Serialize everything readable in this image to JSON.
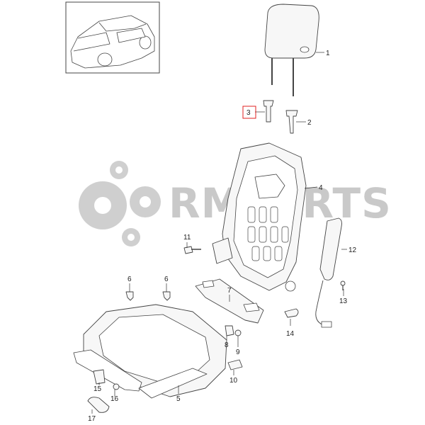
{
  "watermark": {
    "text": "RMPARTS",
    "color": "#c9c9c9"
  },
  "highlight": {
    "label": "3",
    "color": "#e02020"
  },
  "callouts": [
    {
      "id": "c1",
      "label": "1"
    },
    {
      "id": "c2",
      "label": "2"
    },
    {
      "id": "c3",
      "label": "3"
    },
    {
      "id": "c4",
      "label": "4"
    },
    {
      "id": "c5",
      "label": "5"
    },
    {
      "id": "c6a",
      "label": "6"
    },
    {
      "id": "c6b",
      "label": "6"
    },
    {
      "id": "c7",
      "label": "7"
    },
    {
      "id": "c8",
      "label": "8"
    },
    {
      "id": "c9",
      "label": "9"
    },
    {
      "id": "c10",
      "label": "10"
    },
    {
      "id": "c11",
      "label": "11"
    },
    {
      "id": "c12",
      "label": "12"
    },
    {
      "id": "c13",
      "label": "13"
    },
    {
      "id": "c14",
      "label": "14"
    },
    {
      "id": "c15",
      "label": "15"
    },
    {
      "id": "c16",
      "label": "16"
    },
    {
      "id": "c17",
      "label": "17"
    }
  ],
  "icons": [
    "car-thumbnail-icon",
    "gear-watermark-icon"
  ]
}
